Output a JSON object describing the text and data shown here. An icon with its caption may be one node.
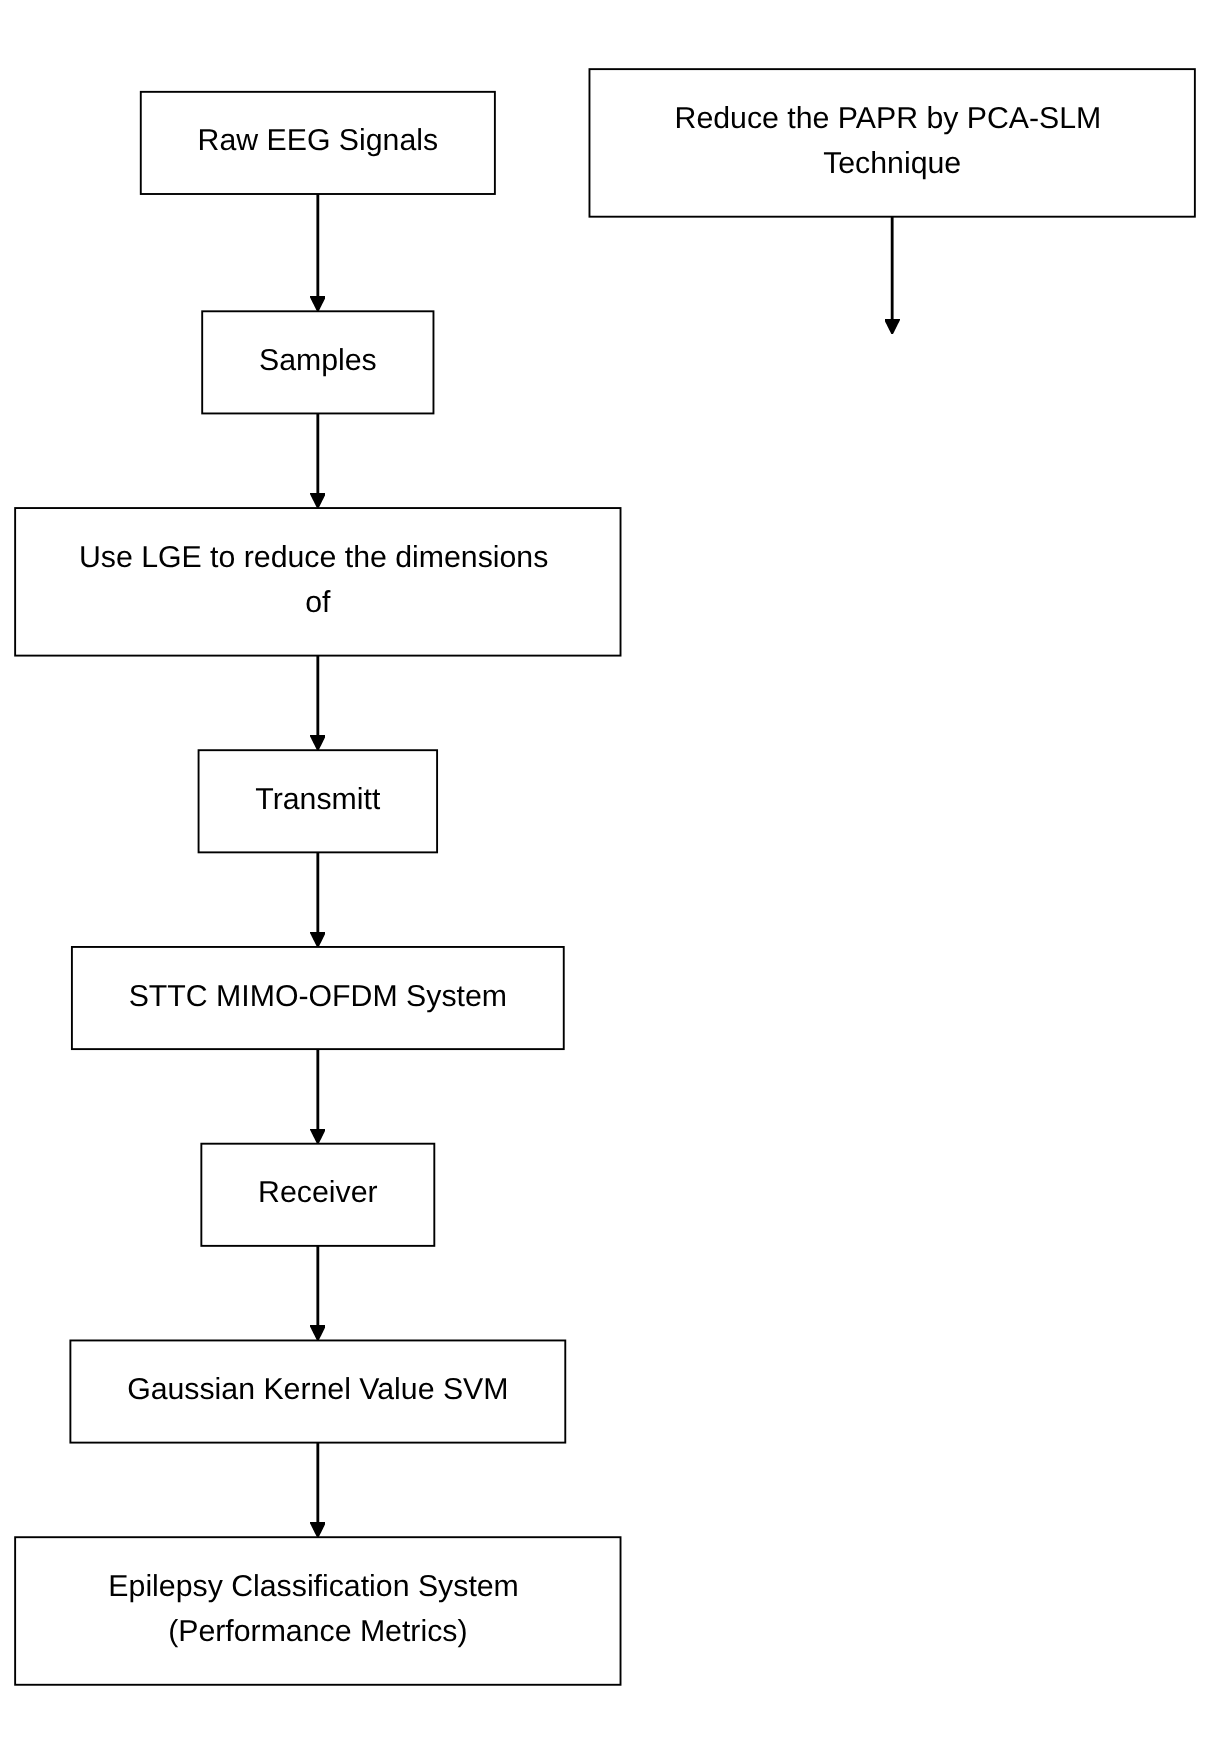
{
  "diagram": {
    "nodes": [
      {
        "text": [
          "Raw EEG Signals"
        ]
      },
      {
        "text": [
          "Samples"
        ]
      },
      {
        "text": [
          "Use LGE to reduce the dimensions of"
        ]
      },
      {
        "text": [
          "Transmitt"
        ]
      },
      {
        "text": [
          "STTC MIMO-OFDM System"
        ]
      },
      {
        "text": [
          "Reduce the PAPR by PCA-SLM Technique"
        ]
      },
      {
        "text": [
          "Receiver"
        ]
      },
      {
        "text": [
          "Gaussian Kernel Value SVM"
        ]
      },
      {
        "text": [
          "Epilepsy Classification System (Performance Metrics)"
        ]
      }
    ],
    "edges": [
      {
        "from": 0,
        "to": 1,
        "arrow": "to"
      },
      {
        "from": 1,
        "to": 2,
        "arrow": "to"
      },
      {
        "from": 2,
        "to": 3,
        "arrow": "to"
      },
      {
        "from": 3,
        "to": 4,
        "arrow": "to"
      },
      {
        "from": 4,
        "to": 6,
        "arrow": "to"
      },
      {
        "from": 5,
        "to": null,
        "arrow": "to"
      },
      {
        "from": 6,
        "to": 7,
        "arrow": "to"
      },
      {
        "from": 7,
        "to": 8,
        "arrow": "to"
      }
    ]
  }
}
